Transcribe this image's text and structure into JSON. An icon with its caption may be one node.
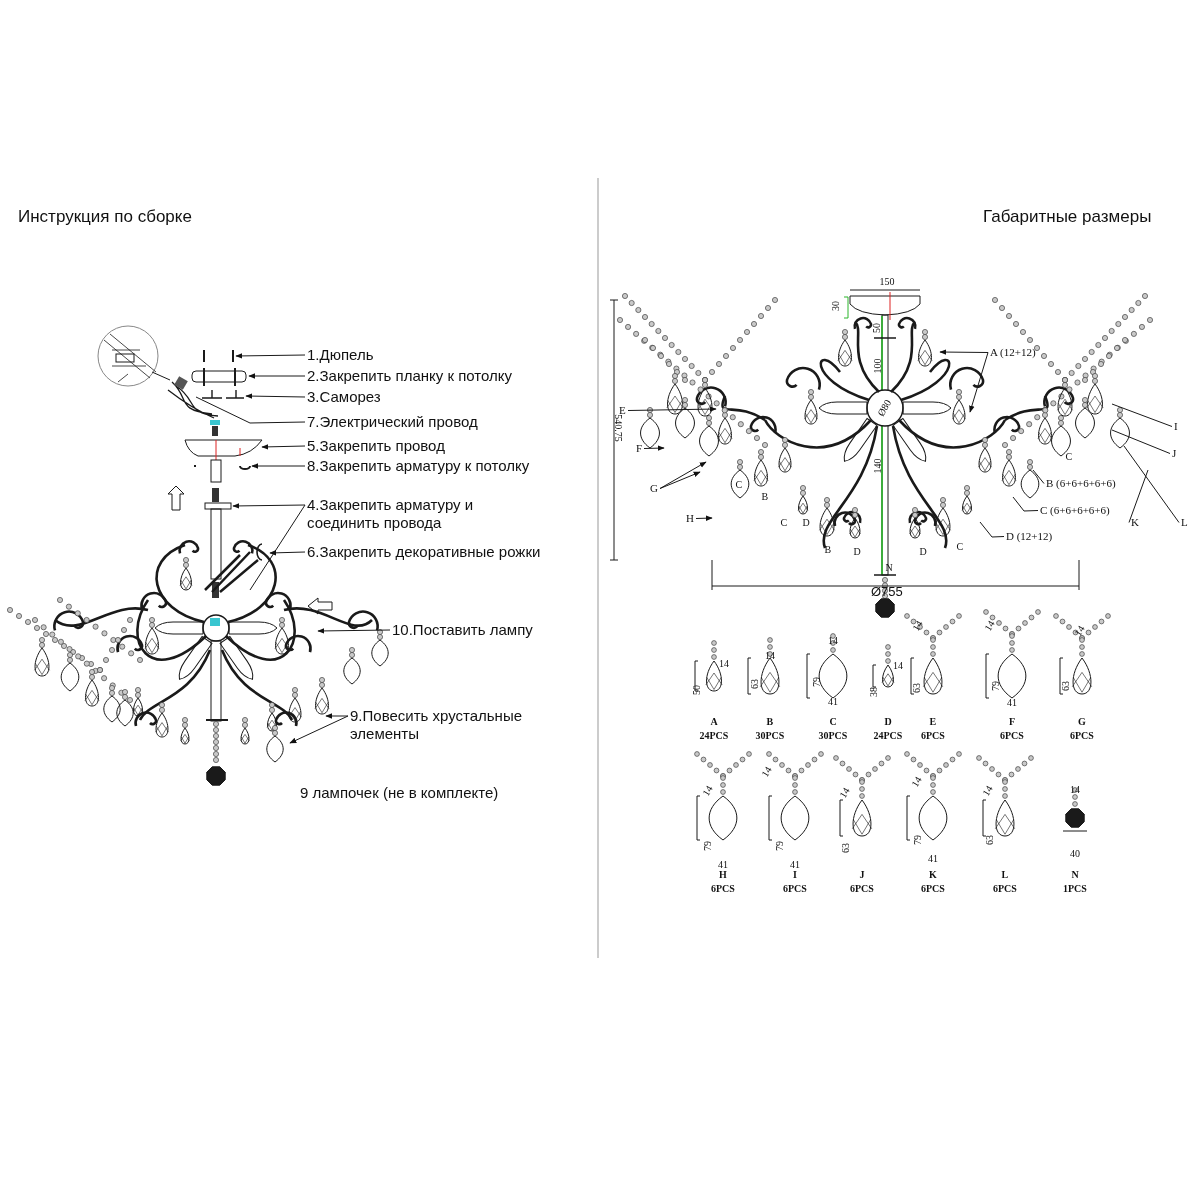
{
  "diagram": {
    "nodes": [
      {
        "text": [
          "1.Дюпель"
        ]
      },
      {
        "text": [
          "2.Закрепить планку к потолку"
        ]
      },
      {
        "text": [
          "3.Саморез"
        ]
      },
      {
        "text": [
          "7.Электрический провод"
        ]
      },
      {
        "text": [
          "5.Закрепить провод"
        ]
      },
      {
        "text": [
          "8.Закрепить арматуру к потолку"
        ]
      },
      {
        "text": [
          "4.Закрепить арматуру и соединить провода"
        ]
      },
      {
        "text": [
          "6.Закрепить декоративные рожки"
        ]
      },
      {
        "text": [
          "10.Поставить лампу"
        ]
      },
      {
        "text": [
          "9.Повесить хрустальные элементы"
        ]
      },
      {
        "text": [
          "A (12+12)"
        ]
      },
      {
        "text": [
          "B (6+6+6+6+6)"
        ]
      },
      {
        "text": [
          "C (6+6+6+6+6)"
        ]
      },
      {
        "text": [
          "D (12+12)"
        ]
      },
      {
        "text": [
          "E"
        ]
      },
      {
        "text": [
          "F"
        ]
      },
      {
        "text": [
          "G"
        ]
      },
      {
        "text": [
          "H"
        ]
      },
      {
        "text": [
          "I"
        ]
      },
      {
        "text": [
          "J"
        ]
      },
      {
        "text": [
          "K"
        ]
      },
      {
        "text": [
          "L"
        ]
      }
    ],
    "edges": [
      {
        "from": 0,
        "to": null,
        "arrow": "to"
      },
      {
        "from": 1,
        "to": null,
        "arrow": "to"
      },
      {
        "from": 2,
        "to": null,
        "arrow": "to"
      },
      {
        "from": 3,
        "to": null,
        "arrow": "none"
      },
      {
        "from": 4,
        "to": null,
        "arrow": "to"
      },
      {
        "from": 5,
        "to": null,
        "arrow": "to"
      },
      {
        "from": 6,
        "to": null,
        "arrow": "to"
      },
      {
        "from": 6,
        "to": null,
        "arrow": "none"
      },
      {
        "from": 7,
        "to": null,
        "arrow": "to"
      },
      {
        "from": 8,
        "to": null,
        "arrow": "to"
      },
      {
        "from": 9,
        "to": null,
        "arrow": "to"
      },
      {
        "from": 9,
        "to": null,
        "arrow": "to"
      },
      {
        "from": 10,
        "to": null,
        "arrow": "to"
      },
      {
        "from": 10,
        "to": null,
        "arrow": "to"
      },
      {
        "from": 11,
        "to": null,
        "arrow": "none"
      },
      {
        "from": 12,
        "to": null,
        "arrow": "none"
      },
      {
        "from": 13,
        "to": null,
        "arrow": "none"
      },
      {
        "from": 14,
        "to": null,
        "arrow": "to"
      },
      {
        "from": 15,
        "to": null,
        "arrow": "to"
      },
      {
        "from": 16,
        "to": null,
        "arrow": "to"
      },
      {
        "from": 16,
        "to": null,
        "arrow": "to"
      },
      {
        "from": 17,
        "to": null,
        "arrow": "to"
      },
      {
        "from": 18,
        "to": null,
        "arrow": "none"
      },
      {
        "from": 19,
        "to": null,
        "arrow": "none"
      },
      {
        "from": 20,
        "to": null,
        "arrow": "none"
      },
      {
        "from": 21,
        "to": null,
        "arrow": "none"
      }
    ],
    "labels": [
      "Инструкция по сборке",
      "Габаритные размеры",
      "9 лампочек (не в комплекте)",
      "150",
      "30",
      "50",
      "100",
      "Ø80",
      "140",
      "540.75",
      "Ø755",
      "C",
      "C",
      "B",
      "C",
      "D",
      "C",
      "B",
      "D",
      "D",
      "N",
      "14",
      "50",
      "A",
      "24PCS",
      "14",
      "63",
      "B",
      "30PCS",
      "14",
      "79",
      "41",
      "C",
      "30PCS",
      "14",
      "38",
      "D",
      "24PCS",
      "14",
      "63",
      "E",
      "6PCS",
      "14",
      "79",
      "41",
      "F",
      "6PCS",
      "14",
      "63",
      "G",
      "6PCS",
      "14",
      "79",
      "41",
      "H",
      "6PCS",
      "14",
      "79",
      "41",
      "I",
      "6PCS",
      "14",
      "63",
      "J",
      "6PCS",
      "14",
      "79",
      "41",
      "K",
      "6PCS",
      "14",
      "63",
      "L",
      "6PCS",
      "14",
      "40",
      "N",
      "1PCS"
    ]
  }
}
